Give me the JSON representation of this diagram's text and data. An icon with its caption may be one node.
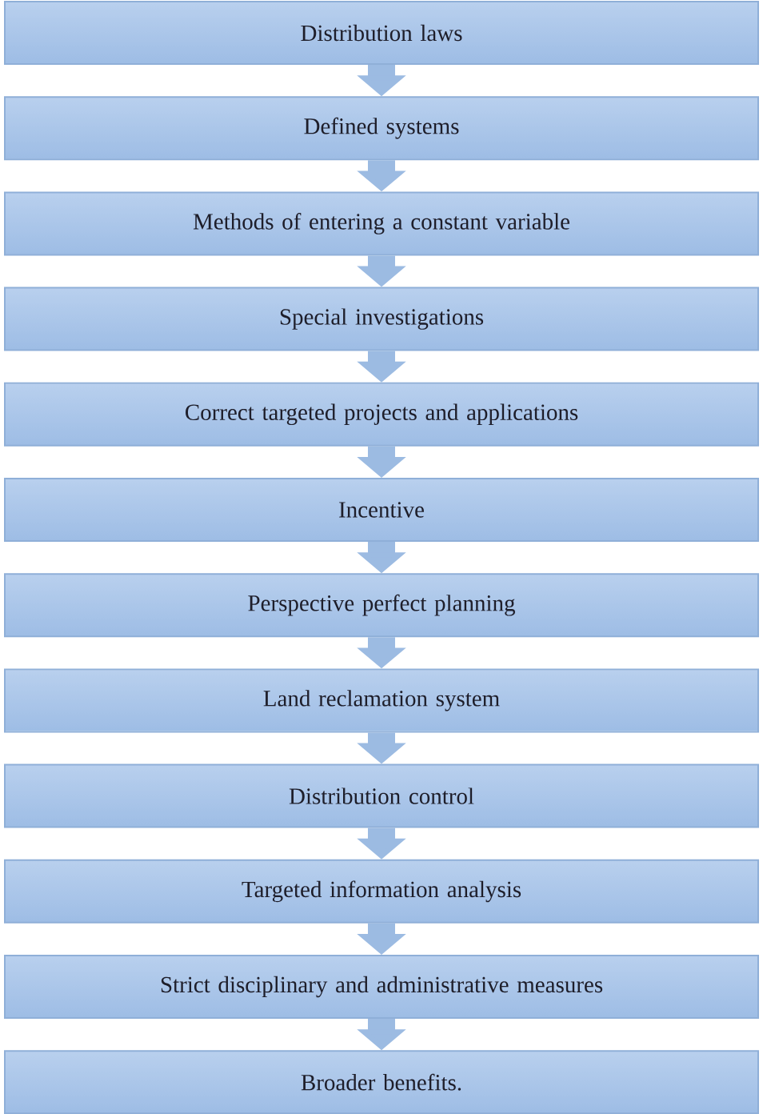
{
  "diagram": {
    "nodes": [
      {
        "text": [
          "Distribution laws"
        ]
      },
      {
        "text": [
          "Defined systems"
        ]
      },
      {
        "text": [
          "Methods of entering a constant variable"
        ]
      },
      {
        "text": [
          "Special investigations"
        ]
      },
      {
        "text": [
          "Correct targeted projects and applications"
        ]
      },
      {
        "text": [
          "Incentive"
        ]
      },
      {
        "text": [
          "Perspective perfect planning"
        ]
      },
      {
        "text": [
          "Land reclamation system"
        ]
      },
      {
        "text": [
          "Distribution control"
        ]
      },
      {
        "text": [
          "Targeted information analysis"
        ]
      },
      {
        "text": [
          "Strict disciplinary and administrative measures"
        ]
      },
      {
        "text": [
          "Broader benefits."
        ]
      }
    ],
    "edges": [
      {
        "from": 0,
        "to": 1,
        "arrow": "to"
      },
      {
        "from": 1,
        "to": 2,
        "arrow": "to"
      },
      {
        "from": 2,
        "to": 3,
        "arrow": "to"
      },
      {
        "from": 3,
        "to": 4,
        "arrow": "to"
      },
      {
        "from": 4,
        "to": 5,
        "arrow": "to"
      },
      {
        "from": 5,
        "to": 6,
        "arrow": "to"
      },
      {
        "from": 6,
        "to": 7,
        "arrow": "to"
      },
      {
        "from": 7,
        "to": 8,
        "arrow": "to"
      },
      {
        "from": 8,
        "to": 9,
        "arrow": "to"
      },
      {
        "from": 9,
        "to": 10,
        "arrow": "to"
      },
      {
        "from": 10,
        "to": 11,
        "arrow": "to"
      }
    ]
  }
}
